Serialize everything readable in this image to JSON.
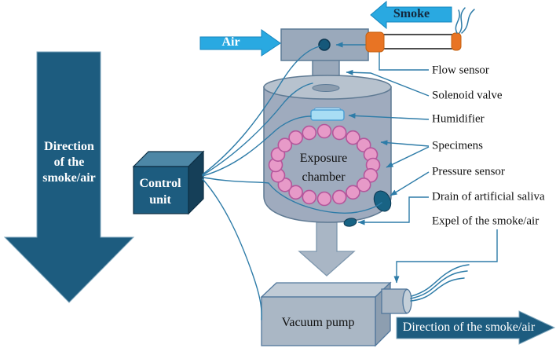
{
  "diagram": {
    "left_arrow": {
      "lines": [
        "Direction",
        "of the",
        "smoke/air"
      ]
    },
    "air_arrow": {
      "label": "Air"
    },
    "smoke_arrow": {
      "label": "Smoke"
    },
    "control_unit": {
      "lines": [
        "Control",
        "unit"
      ]
    },
    "exposure_chamber": {
      "lines": [
        "Exposure",
        "chamber"
      ],
      "specimen_count": 20
    },
    "vacuum_pump": {
      "label": "Vacuum pump"
    },
    "bottom_arrow": {
      "label": "Direction of the smoke/air"
    },
    "callouts": {
      "flow_sensor": "Flow sensor",
      "solenoid_valve": "Solenoid valve",
      "humidifier": "Humidifier",
      "specimens": "Specimens",
      "pressure_sensor": "Pressure sensor",
      "drain": "Drain of artificial saliva",
      "expel": "Expel of the smoke/air"
    },
    "colors": {
      "dark_teal": "#1d5c7f",
      "bright_blue": "#29a9e1",
      "chamber_gray": "#9fabbe",
      "specimen_pink": "#e79ac8",
      "cigarette_orange": "#e87424",
      "wire_teal": "#2e7ca8"
    }
  }
}
